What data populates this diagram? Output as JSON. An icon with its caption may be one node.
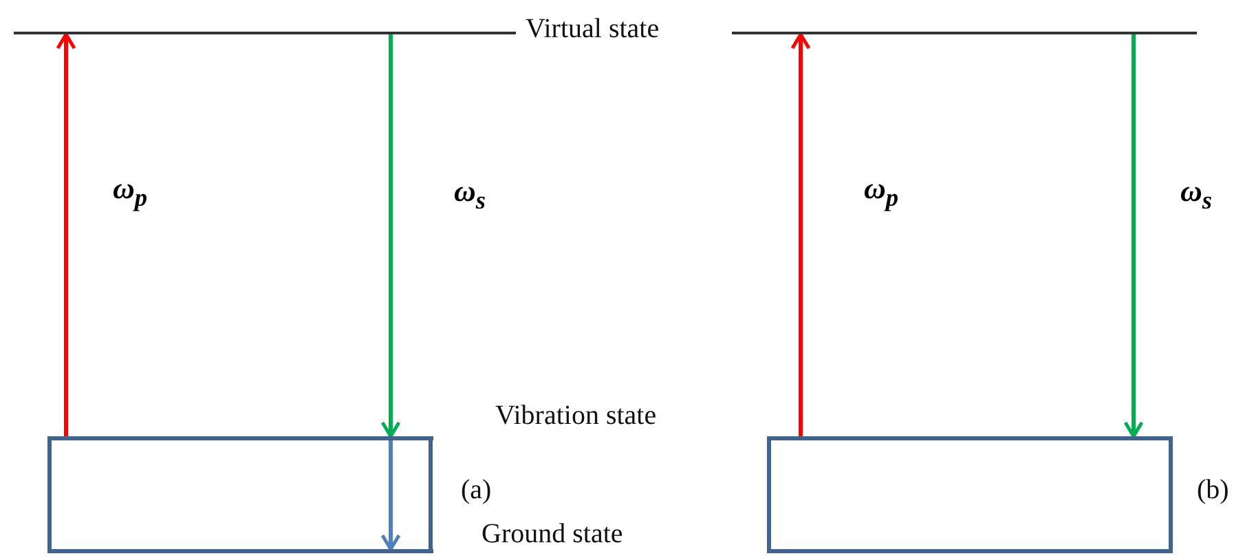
{
  "diagram": {
    "nodes": [
      {
        "text": [],
        "shape": "bar"
      },
      {
        "text": [],
        "shape": "bar"
      },
      {
        "text": [],
        "shape": "bar"
      },
      {
        "text": [],
        "shape": "bar"
      },
      {
        "text": [],
        "shape": "bar"
      },
      {
        "text": [],
        "shape": "bar"
      }
    ],
    "edges": [
      {
        "from": 2,
        "to": 0,
        "arrow": "to",
        "label": "ω$_{p}$",
        "color": "#ff0000"
      },
      {
        "from": 0,
        "to": 2,
        "arrow": "to",
        "label": "ω$_{s}$",
        "color": "#00b050"
      },
      {
        "from": 2,
        "to": 3,
        "arrow": "to",
        "color": "#4f81bd"
      },
      {
        "from": 4,
        "to": 1,
        "arrow": "to",
        "label": "ω$_{p}$",
        "color": "#ff0000"
      },
      {
        "from": 1,
        "to": 4,
        "arrow": "to",
        "label": "ω$_{s}$",
        "color": "#00b050"
      }
    ],
    "labels": [
      "Virtual state",
      "Vibration state",
      "(a)",
      "Ground state",
      "(b)"
    ]
  }
}
